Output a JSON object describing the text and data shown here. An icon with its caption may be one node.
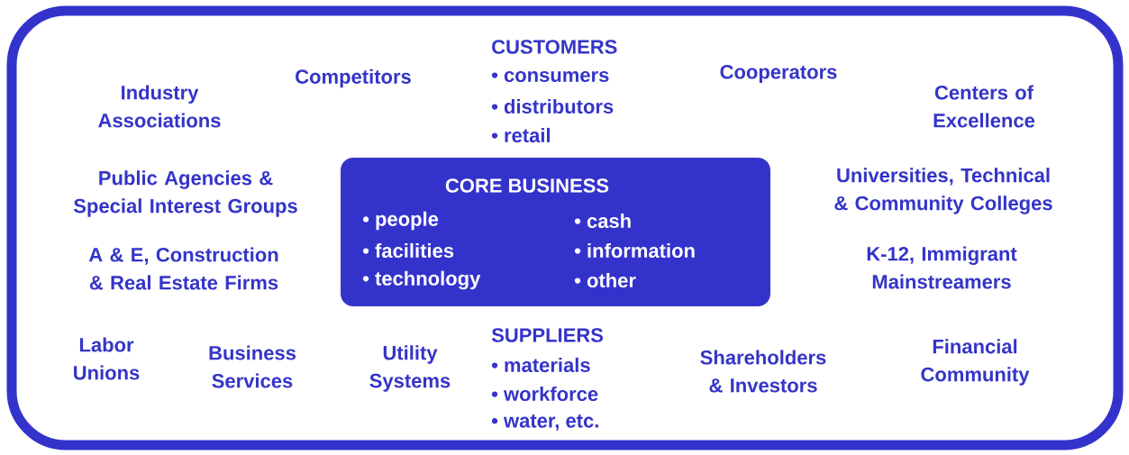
{
  "diagram": {
    "nodes": [
      {
        "text": [
          "CORE BUSINESS",
          "• people",
          "• facilities",
          "• technology",
          "• cash",
          "• information",
          "• other"
        ]
      }
    ],
    "labels": [
      "Industry Associations",
      "Competitors",
      "CUSTOMERS",
      "• consumers",
      "• distributors",
      "• retail",
      "Cooperators",
      "Centers of Excellence",
      "Public Agencies & Special Interest Groups",
      "Universities, Technical & Community Colleges",
      "A & E, Construction & Real Estate Firms",
      "K-12, Immigrant Mainstreamers",
      "Labor Unions",
      "Business Services",
      "Utility Systems",
      "SUPPLIERS",
      "• materials",
      "• workforce",
      "• water, etc.",
      "Shareholders & Investors",
      "Financial Community"
    ]
  }
}
